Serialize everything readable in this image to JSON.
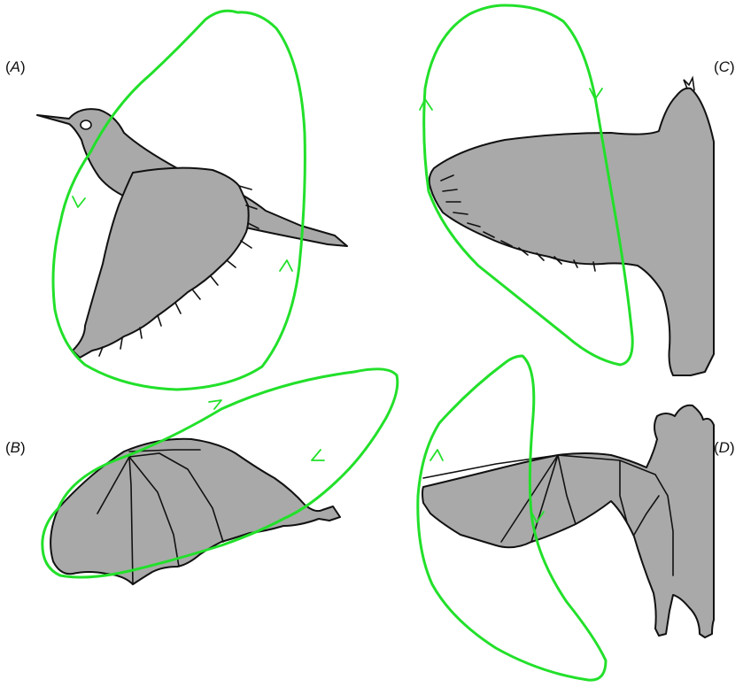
{
  "panels": [
    {
      "id": "A",
      "label_open": "(",
      "letter": "A",
      "label_close": ")",
      "subject": "bird-side-view"
    },
    {
      "id": "B",
      "label_open": "(",
      "letter": "B",
      "label_close": ")",
      "subject": "bat-side-view"
    },
    {
      "id": "C",
      "label_open": "(",
      "letter": "C",
      "label_close": ")",
      "subject": "bird-front-view"
    },
    {
      "id": "D",
      "label_open": "(",
      "letter": "D",
      "label_close": ")",
      "subject": "bat-front-view"
    }
  ],
  "colors": {
    "wingtip_path": "#22e02a",
    "animal_fill": "#a9a9a9",
    "outline": "#111111",
    "background": "#ffffff"
  }
}
